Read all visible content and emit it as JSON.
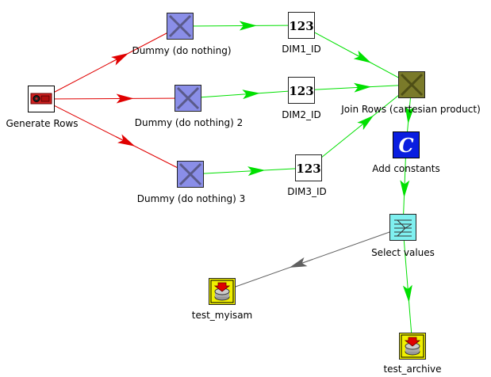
{
  "steps": {
    "generate_rows": {
      "label": "Generate Rows",
      "icon": "generate-rows-icon"
    },
    "dummy1": {
      "label": "Dummy (do nothing)",
      "icon": "dummy-icon"
    },
    "dummy2": {
      "label": "Dummy (do nothing) 2",
      "icon": "dummy-icon"
    },
    "dummy3": {
      "label": "Dummy (do nothing) 3",
      "icon": "dummy-icon"
    },
    "dim1": {
      "label": "DIM1_ID",
      "icon": "sequence-icon",
      "glyph": "123"
    },
    "dim2": {
      "label": "DIM2_ID",
      "icon": "sequence-icon",
      "glyph": "123"
    },
    "dim3": {
      "label": "DIM3_ID",
      "icon": "sequence-icon",
      "glyph": "123"
    },
    "join_rows": {
      "label": "Join Rows (cartesian product)",
      "icon": "join-rows-icon"
    },
    "add_constants": {
      "label": "Add constants",
      "icon": "add-constants-icon",
      "glyph": "C"
    },
    "select_values": {
      "label": "Select values",
      "icon": "select-values-icon"
    },
    "test_myisam": {
      "label": "test_myisam",
      "icon": "table-output-icon"
    },
    "test_archive": {
      "label": "test_archive",
      "icon": "table-output-icon"
    }
  },
  "hops": [
    {
      "from": "generate_rows",
      "to": "dummy1",
      "color": "#e00000"
    },
    {
      "from": "generate_rows",
      "to": "dummy2",
      "color": "#e00000"
    },
    {
      "from": "generate_rows",
      "to": "dummy3",
      "color": "#e00000"
    },
    {
      "from": "dummy1",
      "to": "dim1",
      "color": "#00e000"
    },
    {
      "from": "dummy2",
      "to": "dim2",
      "color": "#00e000"
    },
    {
      "from": "dummy3",
      "to": "dim3",
      "color": "#00e000"
    },
    {
      "from": "dim1",
      "to": "join_rows",
      "color": "#00e000"
    },
    {
      "from": "dim2",
      "to": "join_rows",
      "color": "#00e000"
    },
    {
      "from": "dim3",
      "to": "join_rows",
      "color": "#00e000"
    },
    {
      "from": "join_rows",
      "to": "add_constants",
      "color": "#00e000"
    },
    {
      "from": "add_constants",
      "to": "select_values",
      "color": "#00e000"
    },
    {
      "from": "select_values",
      "to": "test_myisam",
      "color": "#606060"
    },
    {
      "from": "select_values",
      "to": "test_archive",
      "color": "#00e000"
    }
  ],
  "colors": {
    "red_hop": "#e00000",
    "green_hop": "#00e000",
    "gray_hop": "#606060",
    "dummy_fill": "#8a8ee8",
    "join_fill": "#7a7a2a",
    "constants_fill": "#0a1ee0",
    "select_fill": "#7ff0f0",
    "output_fill": "#f0f000"
  }
}
